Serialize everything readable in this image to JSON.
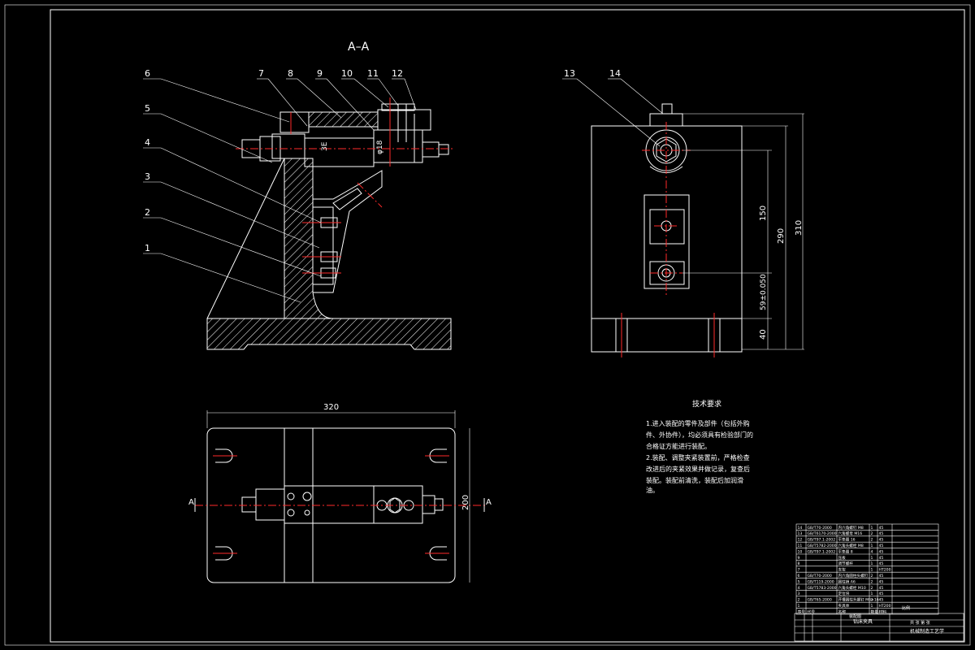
{
  "drawing": {
    "section_title": "A–A",
    "balloons_left": [
      "1",
      "2",
      "3",
      "4",
      "5",
      "6",
      "7",
      "8",
      "9",
      "10",
      "11",
      "12"
    ],
    "balloons_right": [
      "13",
      "14"
    ],
    "dims_side": {
      "d150": "150",
      "d290": "290",
      "d310": "310",
      "d59": "59±0.050",
      "d40": "40"
    },
    "dims_plan": {
      "d320": "320",
      "d200": "200",
      "cut_a_left": "A",
      "cut_a_right": "A"
    },
    "part_labels": {
      "p1": "3E",
      "p2": "φ18"
    }
  },
  "tech_notes": {
    "title": "技术要求",
    "lines": [
      "1.进入装配的零件及部件（包括外购",
      "件、外协件），均必须具有检验部门的",
      "合格证方能进行装配。",
      "2.装配、调整夹紧装置前，严格检查",
      "改进后的夹紧效果并做记录，复查后",
      "装配。装配前清洗，装配后加润滑",
      "油。"
    ]
  },
  "parts_list": {
    "rows": [
      [
        "14",
        "GB/T70-2000",
        "内六角螺钉 M8",
        "1",
        "45"
      ],
      [
        "13",
        "GB/T6170-2000",
        "六角螺母 M16",
        "2",
        "45"
      ],
      [
        "12",
        "GB/T97.1-2002",
        "平垫圈 16",
        "2",
        "45"
      ],
      [
        "11",
        "GB/T5782-2000",
        "六角头螺栓 M8",
        "1",
        "45"
      ],
      [
        "10",
        "GB/T97.1-2002",
        "平垫圈 8",
        "4",
        "45"
      ],
      [
        "9",
        "",
        "压板",
        "1",
        "45"
      ],
      [
        "8",
        "",
        "调节螺杆",
        "1",
        "45"
      ],
      [
        "7",
        "",
        "支架",
        "1",
        "HT200"
      ],
      [
        "6",
        "GB/T70-2000",
        "内六角圆柱头螺钉",
        "2",
        "45"
      ],
      [
        "5",
        "GB/T119-2000",
        "圆柱销 A6",
        "2",
        "45"
      ],
      [
        "4",
        "GB/T5783-2000",
        "六角头螺栓 M10",
        "2",
        "45"
      ],
      [
        "3",
        "",
        "定位块",
        "1",
        "45"
      ],
      [
        "2",
        "GB/T65-2000",
        "开槽圆柱头螺钉 M6×16",
        "2",
        "45"
      ],
      [
        "1",
        "",
        "夹具体",
        "1",
        "HT200"
      ]
    ],
    "header": [
      "序号",
      "代号",
      "名称",
      "数量",
      "材料"
    ],
    "title_block": {
      "name": "钻床夹具",
      "drawing_no": "装配图",
      "school": "机械制造工艺学",
      "scale_label": "比例",
      "sheet_label": "共  张  第  张"
    }
  }
}
